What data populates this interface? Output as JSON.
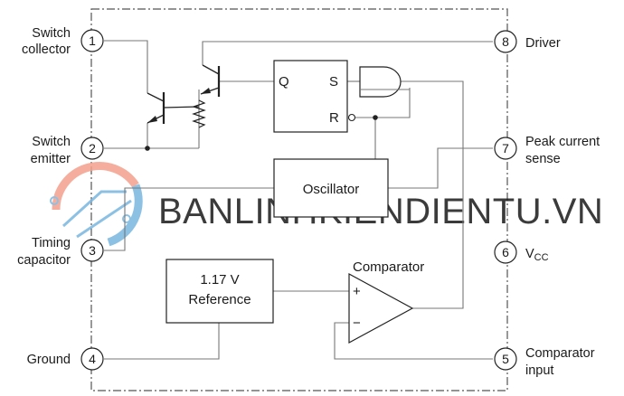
{
  "watermark": {
    "text": "BANLINHKIENDIENTU.VN",
    "color": "#6fb1dd",
    "logo_colors": [
      "#f4a08c",
      "#7ab7e0"
    ]
  },
  "pins": [
    {
      "number": "1",
      "label": [
        "Switch",
        "collector"
      ]
    },
    {
      "number": "2",
      "label": [
        "Switch",
        "emitter"
      ]
    },
    {
      "number": "3",
      "label": [
        "Timing",
        "capacitor"
      ]
    },
    {
      "number": "4",
      "label": [
        "Ground"
      ]
    },
    {
      "number": "5",
      "label": [
        "Comparator",
        "input"
      ]
    },
    {
      "number": "6",
      "label": [
        "V",
        "CC"
      ]
    },
    {
      "number": "7",
      "label": [
        "Peak current",
        "sense"
      ]
    },
    {
      "number": "8",
      "label": [
        "Driver"
      ]
    }
  ],
  "blocks": {
    "oscillator": "Oscillator",
    "reference": [
      "1.17 V",
      "Reference"
    ],
    "comparator": "Comparator",
    "comparator_plus": "+",
    "comparator_minus": "−",
    "flipflop": {
      "q": "Q",
      "s": "S",
      "r": "R"
    }
  }
}
